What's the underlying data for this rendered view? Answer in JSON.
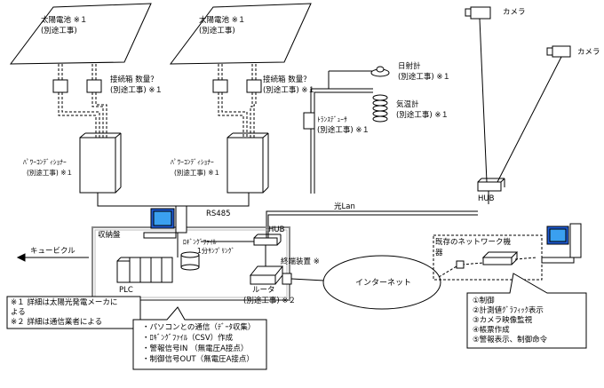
{
  "solar": [
    {
      "label": "太陽電池 ※１",
      "sub": "(別途工事)"
    },
    {
      "label": "太陽電池 ※１",
      "sub": "(別途工事)"
    }
  ],
  "junction": [
    {
      "label": "接続箱 数量？",
      "sub": "(別途工事) ※１"
    },
    {
      "label": "接続箱 数量？",
      "sub": "(別途工事) ※１"
    }
  ],
  "pcs": [
    {
      "label": "ﾊﾟﾜｰｺﾝﾃﾞｨｼｮﾅｰ",
      "sub": "(別途工事) ※１"
    },
    {
      "label": "ﾊﾟﾜｰｺﾝﾃﾞｨｼｮﾅｰ",
      "sub": "(別途工事) ※１"
    }
  ],
  "sensors": {
    "pyranometer": {
      "label": "日射計",
      "sub": "(別途工事) ※１"
    },
    "thermometer": {
      "label": "気温計",
      "sub": "(別途工事) ※１"
    },
    "transducer": {
      "label": "ﾄﾗﾝｽﾃﾞｭｰｻ",
      "sub": "(別途工事) ※１"
    }
  },
  "cameras": [
    "カメラ",
    "カメラ"
  ],
  "links": {
    "rs485": "RS485",
    "optical": "光Lan",
    "hub_left": "HUB",
    "hub_right": "HUB"
  },
  "cubicle": "キュービクル",
  "cabinet": "収納盤",
  "logging": {
    "label": "ﾛｷﾞﾝｸﾞﾌｧｲﾙ",
    "sub": "1分ｻﾝﾌﾟﾘﾝｸﾞ"
  },
  "plc": "PLC",
  "terminal": "終端装置 ※",
  "router": {
    "label": "ルータ",
    "sub": "(別途工事) ※２"
  },
  "internet": "インターネット",
  "existing": {
    "label": "既存のネットワーク機",
    "sub": "器"
  },
  "notes": [
    "※１ 詳細は太陽光発電メーカに",
    "よる",
    "※２ 詳細は通信業者による"
  ],
  "callout_left": [
    "・パソコンとの通信（ﾃﾞｰﾀ収集）",
    "・ﾛｷﾞﾝｸﾞﾌｧｲﾙ（CSV）作成",
    "・警報信号IN （無電圧A接点）",
    "・制御信号OUT（無電圧A接点）"
  ],
  "callout_right": [
    "①制御",
    "②計測値ｸﾞﾗﾌｨｯｸ表示",
    "③カメラ映像監視",
    "④帳票作成",
    "⑤警報表示、制御命令"
  ]
}
